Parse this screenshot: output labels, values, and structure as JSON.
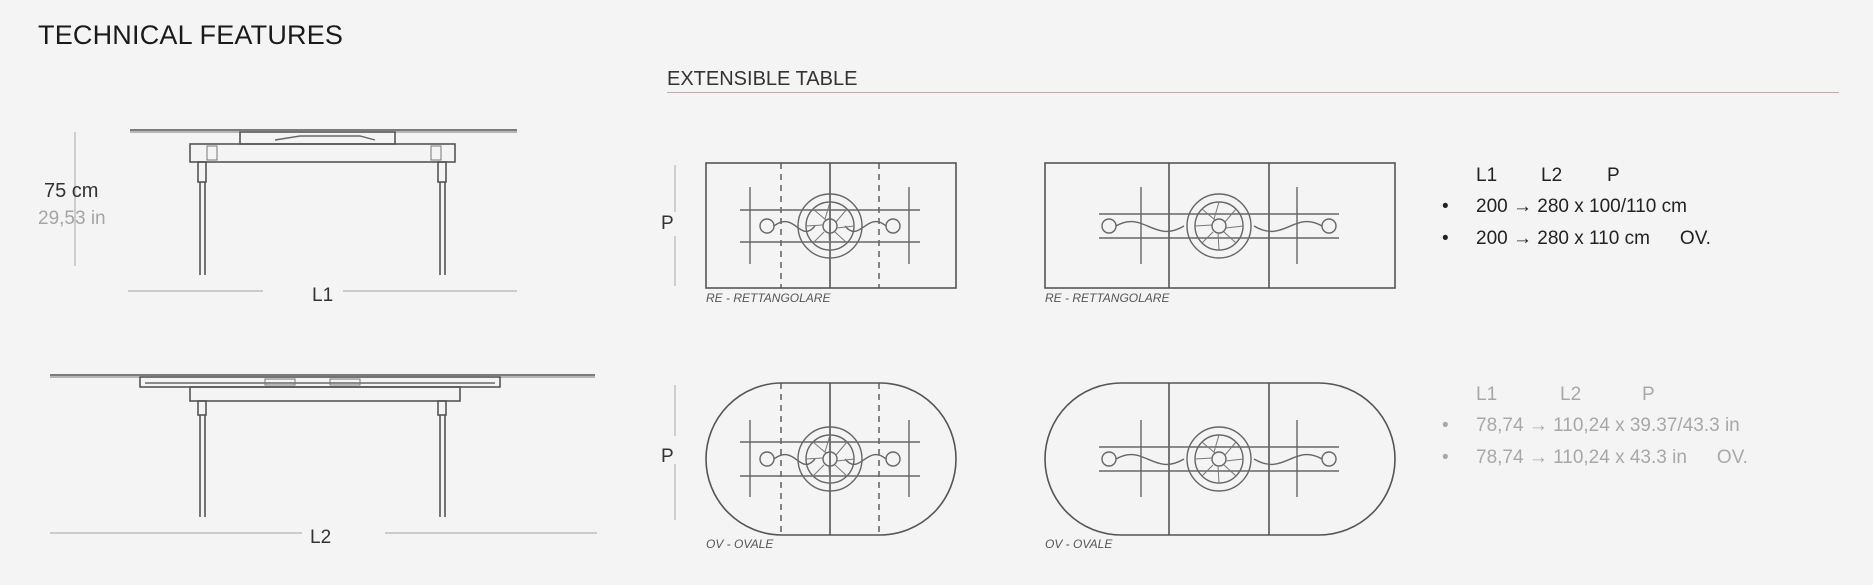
{
  "page": {
    "title": "TECHNICAL FEATURES",
    "section_title": "EXTENSIBLE TABLE"
  },
  "side_views": {
    "height_cm": "75 cm",
    "height_in": "29,53 in",
    "label_closed": "L1",
    "label_open": "L2"
  },
  "plan_views": {
    "depth_label": "P",
    "caption_rect": "RE - RETTANGOLARE",
    "caption_oval": "OV - OVALE"
  },
  "specs_cm": {
    "headers": [
      "L1",
      "L2",
      "P"
    ],
    "bullet": "•",
    "lines": [
      "200 → 280 x 100/110 cm",
      "200 → 280 x 110 cm"
    ],
    "suffix": "OV."
  },
  "specs_in": {
    "headers": [
      "L1",
      "L2",
      "P"
    ],
    "bullet": "•",
    "lines": [
      "78,74 → 110,24 x 39.37/43.3 in",
      "78,74 → 110,24 x 43.3 in"
    ],
    "suffix": "OV."
  },
  "colors": {
    "background": "#f4f4f4",
    "rule_accent": "#c8a8a2",
    "inch_text": "#a8a8a8"
  }
}
